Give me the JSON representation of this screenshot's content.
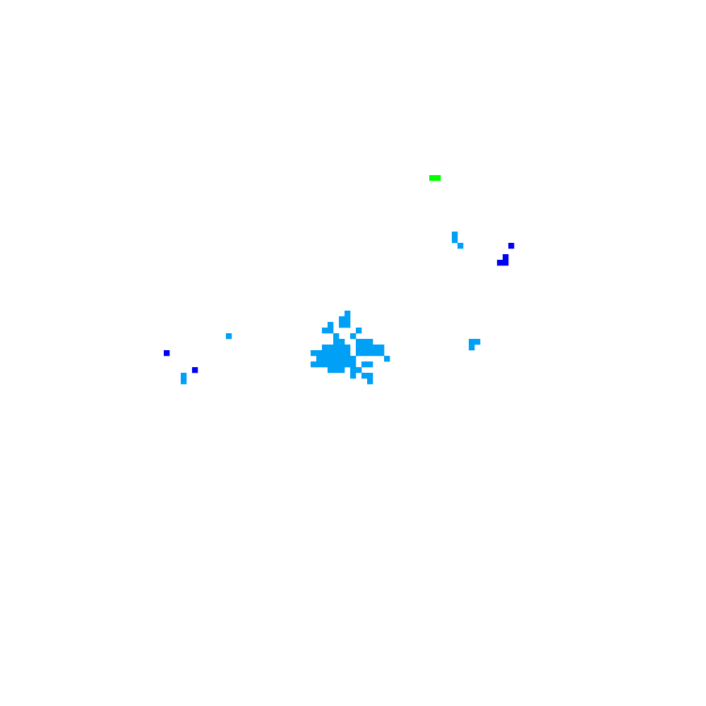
{
  "map": {
    "background_color": "#ffffff",
    "grid_columns": 125,
    "grid_rows": 125,
    "intensity_colors": {
      "light_blue": "#00a0f6",
      "dark_blue": "#0000f6",
      "green": "#00ff00"
    },
    "clusters": [
      {
        "name": "central-cluster",
        "color_key": "light_blue",
        "cells": [
          [
            61,
            55
          ],
          [
            61,
            56
          ],
          [
            60,
            56
          ],
          [
            61,
            57
          ],
          [
            60,
            57
          ],
          [
            58,
            57
          ],
          [
            57,
            58
          ],
          [
            58,
            58
          ],
          [
            63,
            58
          ],
          [
            59,
            59
          ],
          [
            62,
            59
          ],
          [
            59,
            60
          ],
          [
            60,
            60
          ],
          [
            63,
            60
          ],
          [
            64,
            60
          ],
          [
            65,
            60
          ],
          [
            57,
            61
          ],
          [
            58,
            61
          ],
          [
            59,
            61
          ],
          [
            60,
            61
          ],
          [
            61,
            61
          ],
          [
            63,
            61
          ],
          [
            64,
            61
          ],
          [
            65,
            61
          ],
          [
            66,
            61
          ],
          [
            67,
            61
          ],
          [
            55,
            62
          ],
          [
            56,
            62
          ],
          [
            57,
            62
          ],
          [
            58,
            62
          ],
          [
            59,
            62
          ],
          [
            60,
            62
          ],
          [
            61,
            62
          ],
          [
            63,
            62
          ],
          [
            64,
            62
          ],
          [
            65,
            62
          ],
          [
            66,
            62
          ],
          [
            67,
            62
          ],
          [
            56,
            63
          ],
          [
            57,
            63
          ],
          [
            58,
            63
          ],
          [
            59,
            63
          ],
          [
            60,
            63
          ],
          [
            61,
            63
          ],
          [
            62,
            63
          ],
          [
            68,
            63
          ],
          [
            55,
            64
          ],
          [
            56,
            64
          ],
          [
            57,
            64
          ],
          [
            58,
            64
          ],
          [
            59,
            64
          ],
          [
            60,
            64
          ],
          [
            61,
            64
          ],
          [
            62,
            64
          ],
          [
            64,
            64
          ],
          [
            65,
            64
          ],
          [
            58,
            65
          ],
          [
            59,
            65
          ],
          [
            60,
            65
          ],
          [
            62,
            65
          ],
          [
            63,
            65
          ],
          [
            62,
            66
          ],
          [
            64,
            66
          ],
          [
            65,
            66
          ],
          [
            65,
            67
          ]
        ]
      },
      {
        "name": "northeast-cluster",
        "color_key": "light_blue",
        "cells": [
          [
            80,
            41
          ],
          [
            80,
            42
          ],
          [
            81,
            43
          ]
        ]
      },
      {
        "name": "east-cluster",
        "color_key": "light_blue",
        "cells": [
          [
            83,
            60
          ],
          [
            84,
            60
          ],
          [
            83,
            61
          ]
        ]
      },
      {
        "name": "west-cell",
        "color_key": "light_blue",
        "cells": [
          [
            40,
            59
          ]
        ]
      },
      {
        "name": "southwest-cells",
        "color_key": "light_blue",
        "cells": [
          [
            32,
            66
          ],
          [
            32,
            67
          ]
        ]
      },
      {
        "name": "northeast-dark-cluster",
        "color_key": "dark_blue",
        "cells": [
          [
            90,
            43
          ],
          [
            89,
            45
          ],
          [
            89,
            46
          ],
          [
            88,
            46
          ]
        ]
      },
      {
        "name": "west-dark-cells",
        "color_key": "dark_blue",
        "cells": [
          [
            29,
            62
          ],
          [
            34,
            65
          ]
        ]
      },
      {
        "name": "north-green-cells",
        "color_key": "green",
        "cells": [
          [
            76,
            31
          ],
          [
            77,
            31
          ]
        ]
      }
    ]
  }
}
